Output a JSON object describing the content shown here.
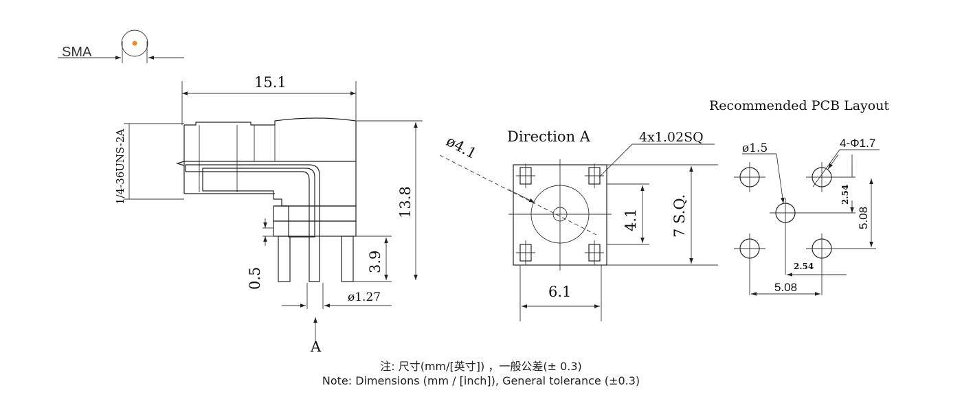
{
  "colors": {
    "ink": "#222222",
    "accent": "#f08a2b",
    "hatch": "#555555"
  },
  "sma_label": "SMA",
  "side_view": {
    "dim_length": "15.1",
    "dim_height": "13.8",
    "thread": "1/4-36UNS-2A",
    "dim_gap": "0.5",
    "dim_pin_height": "3.9",
    "dim_pin_dia": "ø1.27",
    "view_marker": "A"
  },
  "direction_view": {
    "title": "Direction A",
    "pin_spec": "4x1.02SQ",
    "dia": "ø4.1",
    "dim_inner": "4.1",
    "dim_outer": "7 S.Q.",
    "dim_width": "6.1"
  },
  "pcb_layout": {
    "title": "Recommended PCB Layout",
    "center_hole": "ø1.5",
    "corner_holes": "4-Φ1.7",
    "dim_v_small": "2.54",
    "dim_v_large": "5.08",
    "dim_h_small": "2.54",
    "dim_h_large": "5.08"
  },
  "notes": {
    "line1": "注: 尺寸(mm/[英寸]) ，一般公差(± 0.3)",
    "line2": "Note: Dimensions (mm / [inch]), General tolerance (±0.3)"
  }
}
